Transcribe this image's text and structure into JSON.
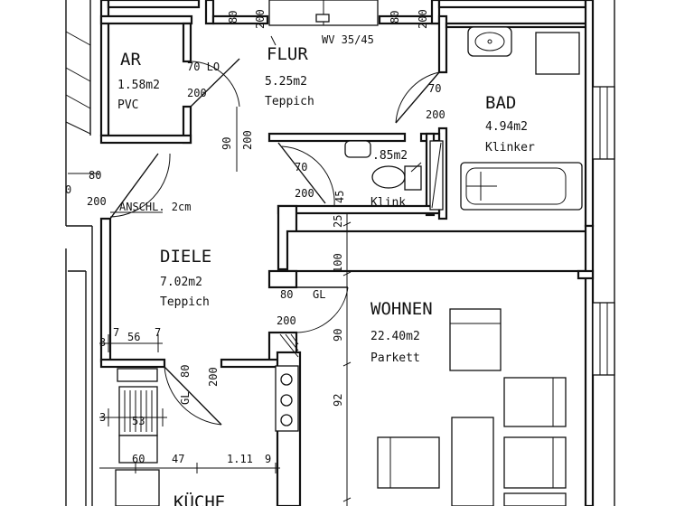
{
  "rooms": {
    "ar": {
      "name": "AR",
      "area": "1.58m2",
      "floor": "PVC"
    },
    "flur": {
      "name": "FLUR",
      "area": "5.25m2",
      "floor": "Teppich"
    },
    "bad": {
      "name": "BAD",
      "area": "4.94m2",
      "floor": "Klinker"
    },
    "wc": {
      "area": ".85m2",
      "floor": "Klink"
    },
    "diele": {
      "name": "DIELE",
      "area": "7.02m2",
      "floor": "Teppich"
    },
    "wohnen": {
      "name": "WOHNEN",
      "area": "22.40m2",
      "floor": "Parkett"
    },
    "kueche": {
      "name": "KÜCHE"
    }
  },
  "labels": {
    "wv": "WV 35/45",
    "anschl": "ANSCHL. 2cm",
    "ar_door": "70 LO",
    "ar_door_h": "200",
    "bad_door_w": "70",
    "bad_door_h": "200",
    "wc_door_w": "70",
    "wc_door_h": "200",
    "wc_door_side": "45",
    "wohnen_door_w": "80",
    "wohnen_door_type": "GL",
    "wohnen_door_h": "200",
    "kueche_door_w": "80",
    "kueche_door_type": "GL",
    "kueche_door_h": "200",
    "diele_door_w": "80",
    "diele_door_h": "200",
    "top_80": "80",
    "top_200a": "200",
    "top_80b": "80",
    "top_200b": "200",
    "flur_90": "90",
    "flur_200": "200",
    "dim_25": "25",
    "dim_100": "100",
    "dim_90": "90",
    "dim_92": "92",
    "dim_3a": "3",
    "dim_7a": "7",
    "dim_56": "56",
    "dim_7b": "7",
    "dim_3b": "3",
    "dim_53": "53",
    "dim_60": "60",
    "dim_47": "47",
    "dim_111": "1.11",
    "dim_9": "9",
    "left_0": "0"
  }
}
